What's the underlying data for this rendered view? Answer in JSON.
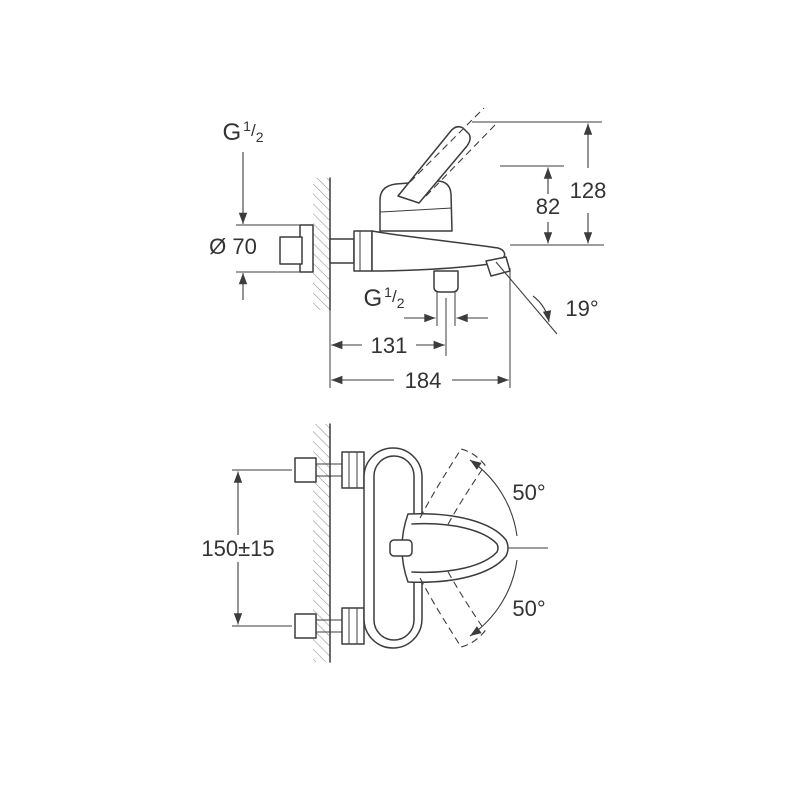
{
  "top_view": {
    "wall_thread": {
      "prefix": "G",
      "numerator": "1",
      "slash": "/",
      "denominator": "2"
    },
    "flange_diameter": "Ø 70",
    "total_height": "128",
    "spout_height": "82",
    "outlet_thread": {
      "prefix": "G",
      "numerator": "1",
      "slash": "/",
      "denominator": "2"
    },
    "spout_angle": "19°",
    "outlet_depth": "131",
    "total_depth": "184"
  },
  "front_view": {
    "connection_spacing": "150±15",
    "handle_swing_up": "50°",
    "handle_swing_down": "50°"
  }
}
